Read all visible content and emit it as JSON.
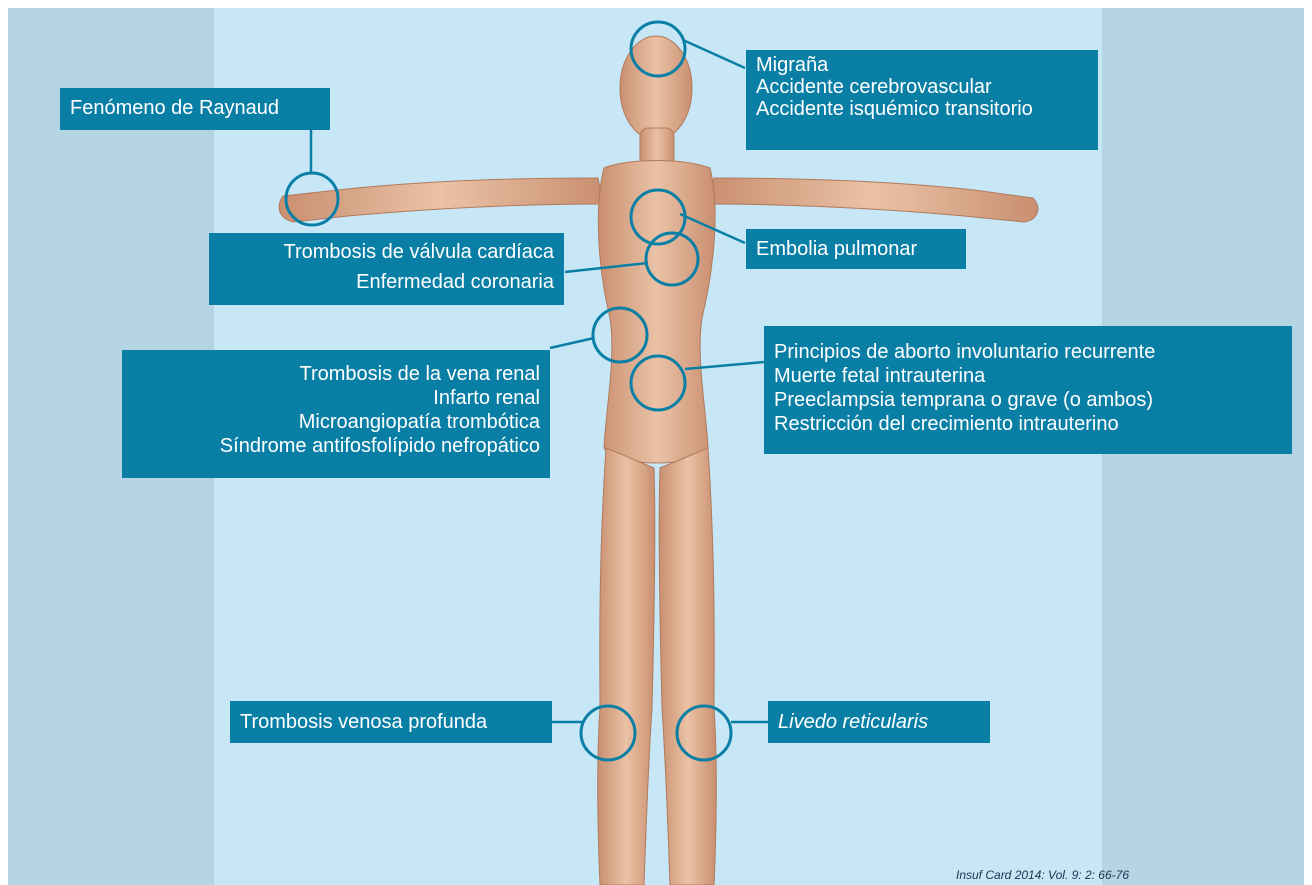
{
  "colors": {
    "side_band": "#b5d4e4",
    "center_panel": "#c7e6f6",
    "label_box": "#0a7fa6",
    "label_text": "#ffffff",
    "marker": "#0a7fa6",
    "skin": "#e2b394"
  },
  "labels": {
    "head": [
      "Migraña",
      "Accidente cerebrovascular",
      "Accidente isquémico transitorio"
    ],
    "hand": [
      "Fenómeno de Raynaud"
    ],
    "heart": [
      "Trombosis de válvula cardíaca",
      "Enfermedad coronaria"
    ],
    "lung": [
      "Embolia pulmonar"
    ],
    "kidney": [
      "Trombosis de la vena renal",
      "Infarto renal",
      "Microangiopatía trombótica",
      "Síndrome antifosfolípido nefropático"
    ],
    "pregnancy": [
      "Principios de aborto involuntario recurrente",
      "Muerte fetal intrauterina",
      "Preeclampsia temprana o grave (o ambos)",
      "Restricción del crecimiento intrauterino"
    ],
    "right_leg": [
      "Trombosis venosa profunda"
    ],
    "left_leg": [
      "Livedo reticularis"
    ]
  },
  "citation": "Insuf Card 2014: Vol. 9: 2: 66-76"
}
